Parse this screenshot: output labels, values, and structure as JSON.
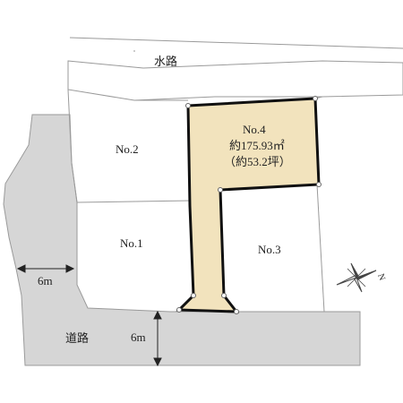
{
  "labels": {
    "waterway": "水路",
    "road": "道路",
    "road_width_side": "6m",
    "road_width_front": "6m",
    "lot1": "No.1",
    "lot2": "No.2",
    "lot3": "No.3",
    "lot4": "No.4",
    "lot4_area": "約175.93㎡",
    "lot4_tsubo": "（約53.2坪）",
    "compass_letter": "N"
  },
  "colors": {
    "highlight_fill": "#f2e3bd",
    "highlight_stroke": "#111111",
    "road_fill": "#d6d6d6",
    "line": "#9a9a9a"
  },
  "icons": {
    "compass": "north-arrow-compass-icon",
    "lot_corner": "boundary-point-icon"
  }
}
